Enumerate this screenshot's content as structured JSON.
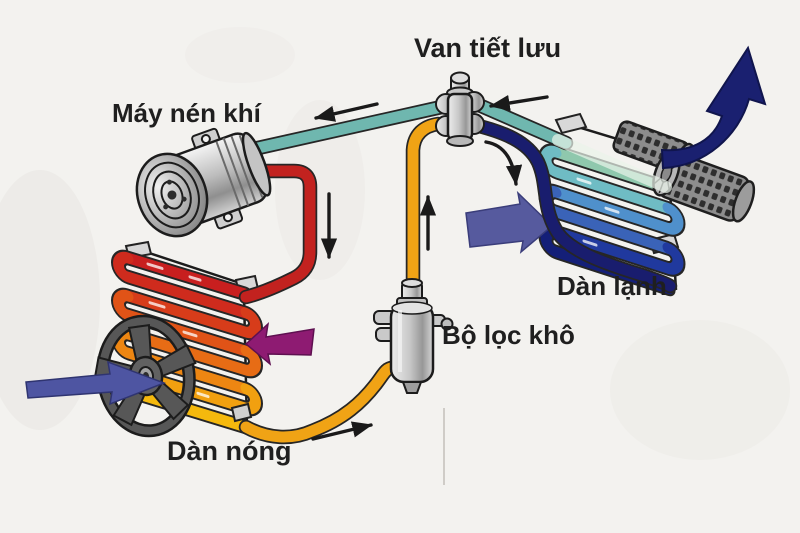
{
  "diagram": {
    "type": "car-air-conditioning-refrigeration-cycle",
    "labels": {
      "valve": "Van tiết lưu",
      "compressor": "Máy nén khí",
      "evaporator": "Dàn lạnh",
      "filter": "Bộ lọc khô",
      "condenser": "Dàn nóng"
    },
    "icons": {
      "flow_direction": "thin-black-arrow",
      "air_into_condenser_fan": "slate-blue-flat-arrow",
      "hot_air_out_of_condenser": "magenta-left-arrow",
      "air_into_evaporator": "indigo-right-arrow",
      "cold_air_out_of_evaporator": "navy-curved-up-arrow"
    }
  },
  "colors": {
    "background": "#f3f2ef",
    "label_text": "#1f1f1f",
    "outline": "#262626",
    "pipe_suction": "#6fb7af",
    "pipe_discharge": "#c2221f",
    "pipe_liquid": "#f0a315",
    "pipe_evap_feed": "#191d6e",
    "glass_tube": "#e9f3e9",
    "condenser_rows": [
      "#c81f1f",
      "#cf2b1d",
      "#d73c1a",
      "#e05317",
      "#e76c15",
      "#ed8612",
      "#f1a010",
      "#f5b90d"
    ],
    "evaporator_rows": [
      "#8fc8ad",
      "#6fbcc4",
      "#4f90cc",
      "#3a63b8",
      "#20399e",
      "#141f78"
    ],
    "airflow_in_condenser": "#4e55a2",
    "airflow_out_condenser": "#8e1b72",
    "airflow_in_evaporator": "#565a9e",
    "airflow_out_evaporator": "#1a2070",
    "flow_arrow": "#1a1a1a",
    "fan_body": "#575757",
    "decor_dash": "#ffffff"
  }
}
